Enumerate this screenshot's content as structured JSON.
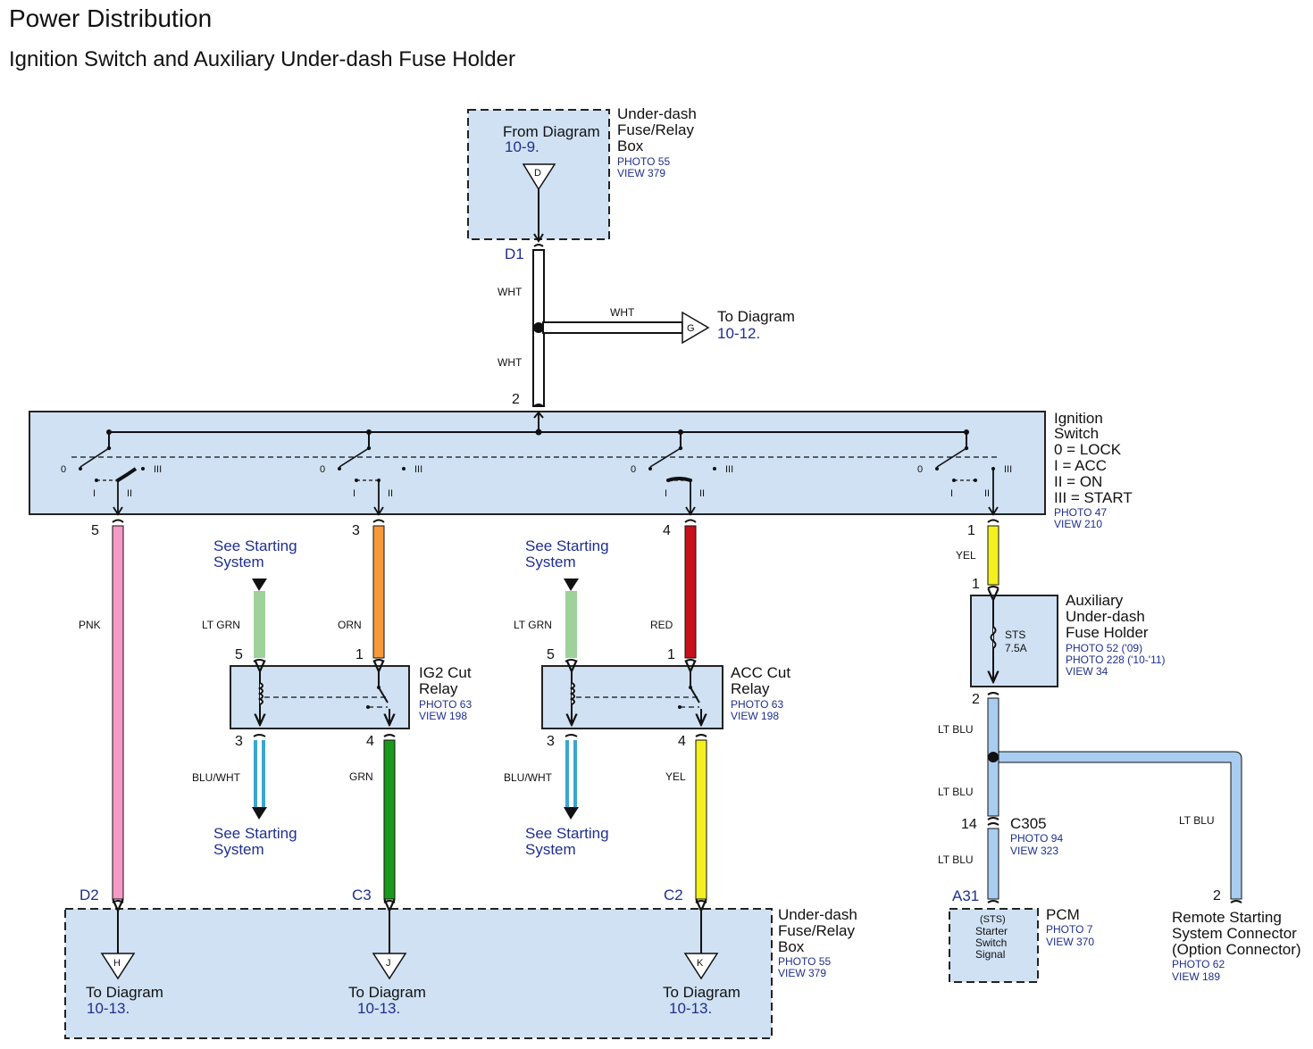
{
  "header": {
    "title": "Power Distribution",
    "subtitle": "Ignition Switch and Auxiliary Under-dash Fuse Holder"
  },
  "top_fuse_box": {
    "from": "From Diagram",
    "from_ref": "10-9.",
    "connector_letter": "D",
    "name_lines": [
      "Under-dash",
      "Fuse/Relay",
      "Box"
    ],
    "photo": "PHOTO 55",
    "view": "VIEW 379",
    "terminal": "D1"
  },
  "splice_top": {
    "wire_upper": "WHT",
    "wire_lower": "WHT",
    "wire_branch": "WHT",
    "branch_letter": "G",
    "to": "To Diagram",
    "to_ref": "10-12."
  },
  "ignition_switch": {
    "input_pin": "2",
    "name_lines": [
      "Ignition",
      "Switch",
      "0 = LOCK",
      "I = ACC",
      "II = ON",
      "III = START"
    ],
    "photo": "PHOTO 47",
    "view": "VIEW 210",
    "positions": [
      "0",
      "I",
      "II",
      "III"
    ],
    "outputs": [
      {
        "pin": "5",
        "color_name": "PNK",
        "color": "#f59ac6"
      },
      {
        "pin": "3",
        "color_name": "ORN",
        "color": "#f7983a"
      },
      {
        "pin": "4",
        "color_name": "RED",
        "color": "#c8101a"
      },
      {
        "pin": "1",
        "color_name": "YEL",
        "color": "#f4f020"
      }
    ]
  },
  "relays": [
    {
      "name_lines": [
        "IG2 Cut",
        "Relay"
      ],
      "photo": "PHOTO 63",
      "view": "VIEW 198",
      "see_top": [
        "See Starting",
        "System"
      ],
      "see_bottom": [
        "See Starting",
        "System"
      ],
      "coil_top_pin": "5",
      "coil_top_wire": "LT GRN",
      "switch_top_pin": "1",
      "coil_bottom_pin": "3",
      "coil_bottom_wire": "BLU/WHT",
      "switch_bottom_pin": "4",
      "switch_bottom_wire": "GRN",
      "switch_bottom_color": "#1a9a1a"
    },
    {
      "name_lines": [
        "ACC Cut",
        "Relay"
      ],
      "photo": "PHOTO 63",
      "view": "VIEW 198",
      "see_top": [
        "See Starting",
        "System"
      ],
      "see_bottom": [
        "See Starting",
        "System"
      ],
      "coil_top_pin": "5",
      "coil_top_wire": "LT GRN",
      "switch_top_pin": "1",
      "coil_bottom_pin": "3",
      "coil_bottom_wire": "BLU/WHT",
      "switch_bottom_pin": "4",
      "switch_bottom_wire": "YEL",
      "switch_bottom_color": "#f4f020"
    }
  ],
  "aux_fuse_holder": {
    "in_pin": "1",
    "out_pin": "2",
    "fuse_name": "STS",
    "fuse_rating": "7.5A",
    "name_lines": [
      "Auxiliary",
      "Under-dash",
      "Fuse Holder"
    ],
    "photos": [
      "PHOTO 52 ('09)",
      "PHOTO 228 ('10-'11)",
      "VIEW 34"
    ],
    "wire_out": "LT BLU",
    "wire_after_splice": "LT BLU",
    "wire_branch": "LT BLU"
  },
  "c305": {
    "pin": "14",
    "name": "C305",
    "photo": "PHOTO 94",
    "view": "VIEW 323",
    "wire_after": "LT BLU"
  },
  "pcm": {
    "terminal": "A31",
    "name": "PCM",
    "photo": "PHOTO 7",
    "view": "VIEW 370",
    "signal_lines": [
      "(STS)",
      "Starter",
      "Switch",
      "Signal"
    ]
  },
  "remote_start": {
    "pin": "2",
    "name_lines": [
      "Remote Starting",
      "System Connector",
      "(Option Connector)"
    ],
    "photo": "PHOTO 62",
    "view": "VIEW 189"
  },
  "bottom_fuse_box": {
    "name_lines": [
      "Under-dash",
      "Fuse/Relay",
      "Box"
    ],
    "photo": "PHOTO 55",
    "view": "VIEW 379",
    "terminals": [
      {
        "terminal": "D2",
        "letter": "H",
        "to": "To Diagram",
        "ref": "10-13."
      },
      {
        "terminal": "C3",
        "letter": "J",
        "to": "To Diagram",
        "ref": "10-13."
      },
      {
        "terminal": "C2",
        "letter": "K",
        "to": "To Diagram",
        "ref": "10-13."
      }
    ]
  },
  "colors": {
    "box_fill": "#cfe1f3",
    "wire_white": "#ffffff",
    "wire_lt_grn": "#9fd19b",
    "wire_blu_wht": "#3aa6d0",
    "wire_lt_blu": "#a9cdf0",
    "label_blue": "#1f2f8f"
  }
}
